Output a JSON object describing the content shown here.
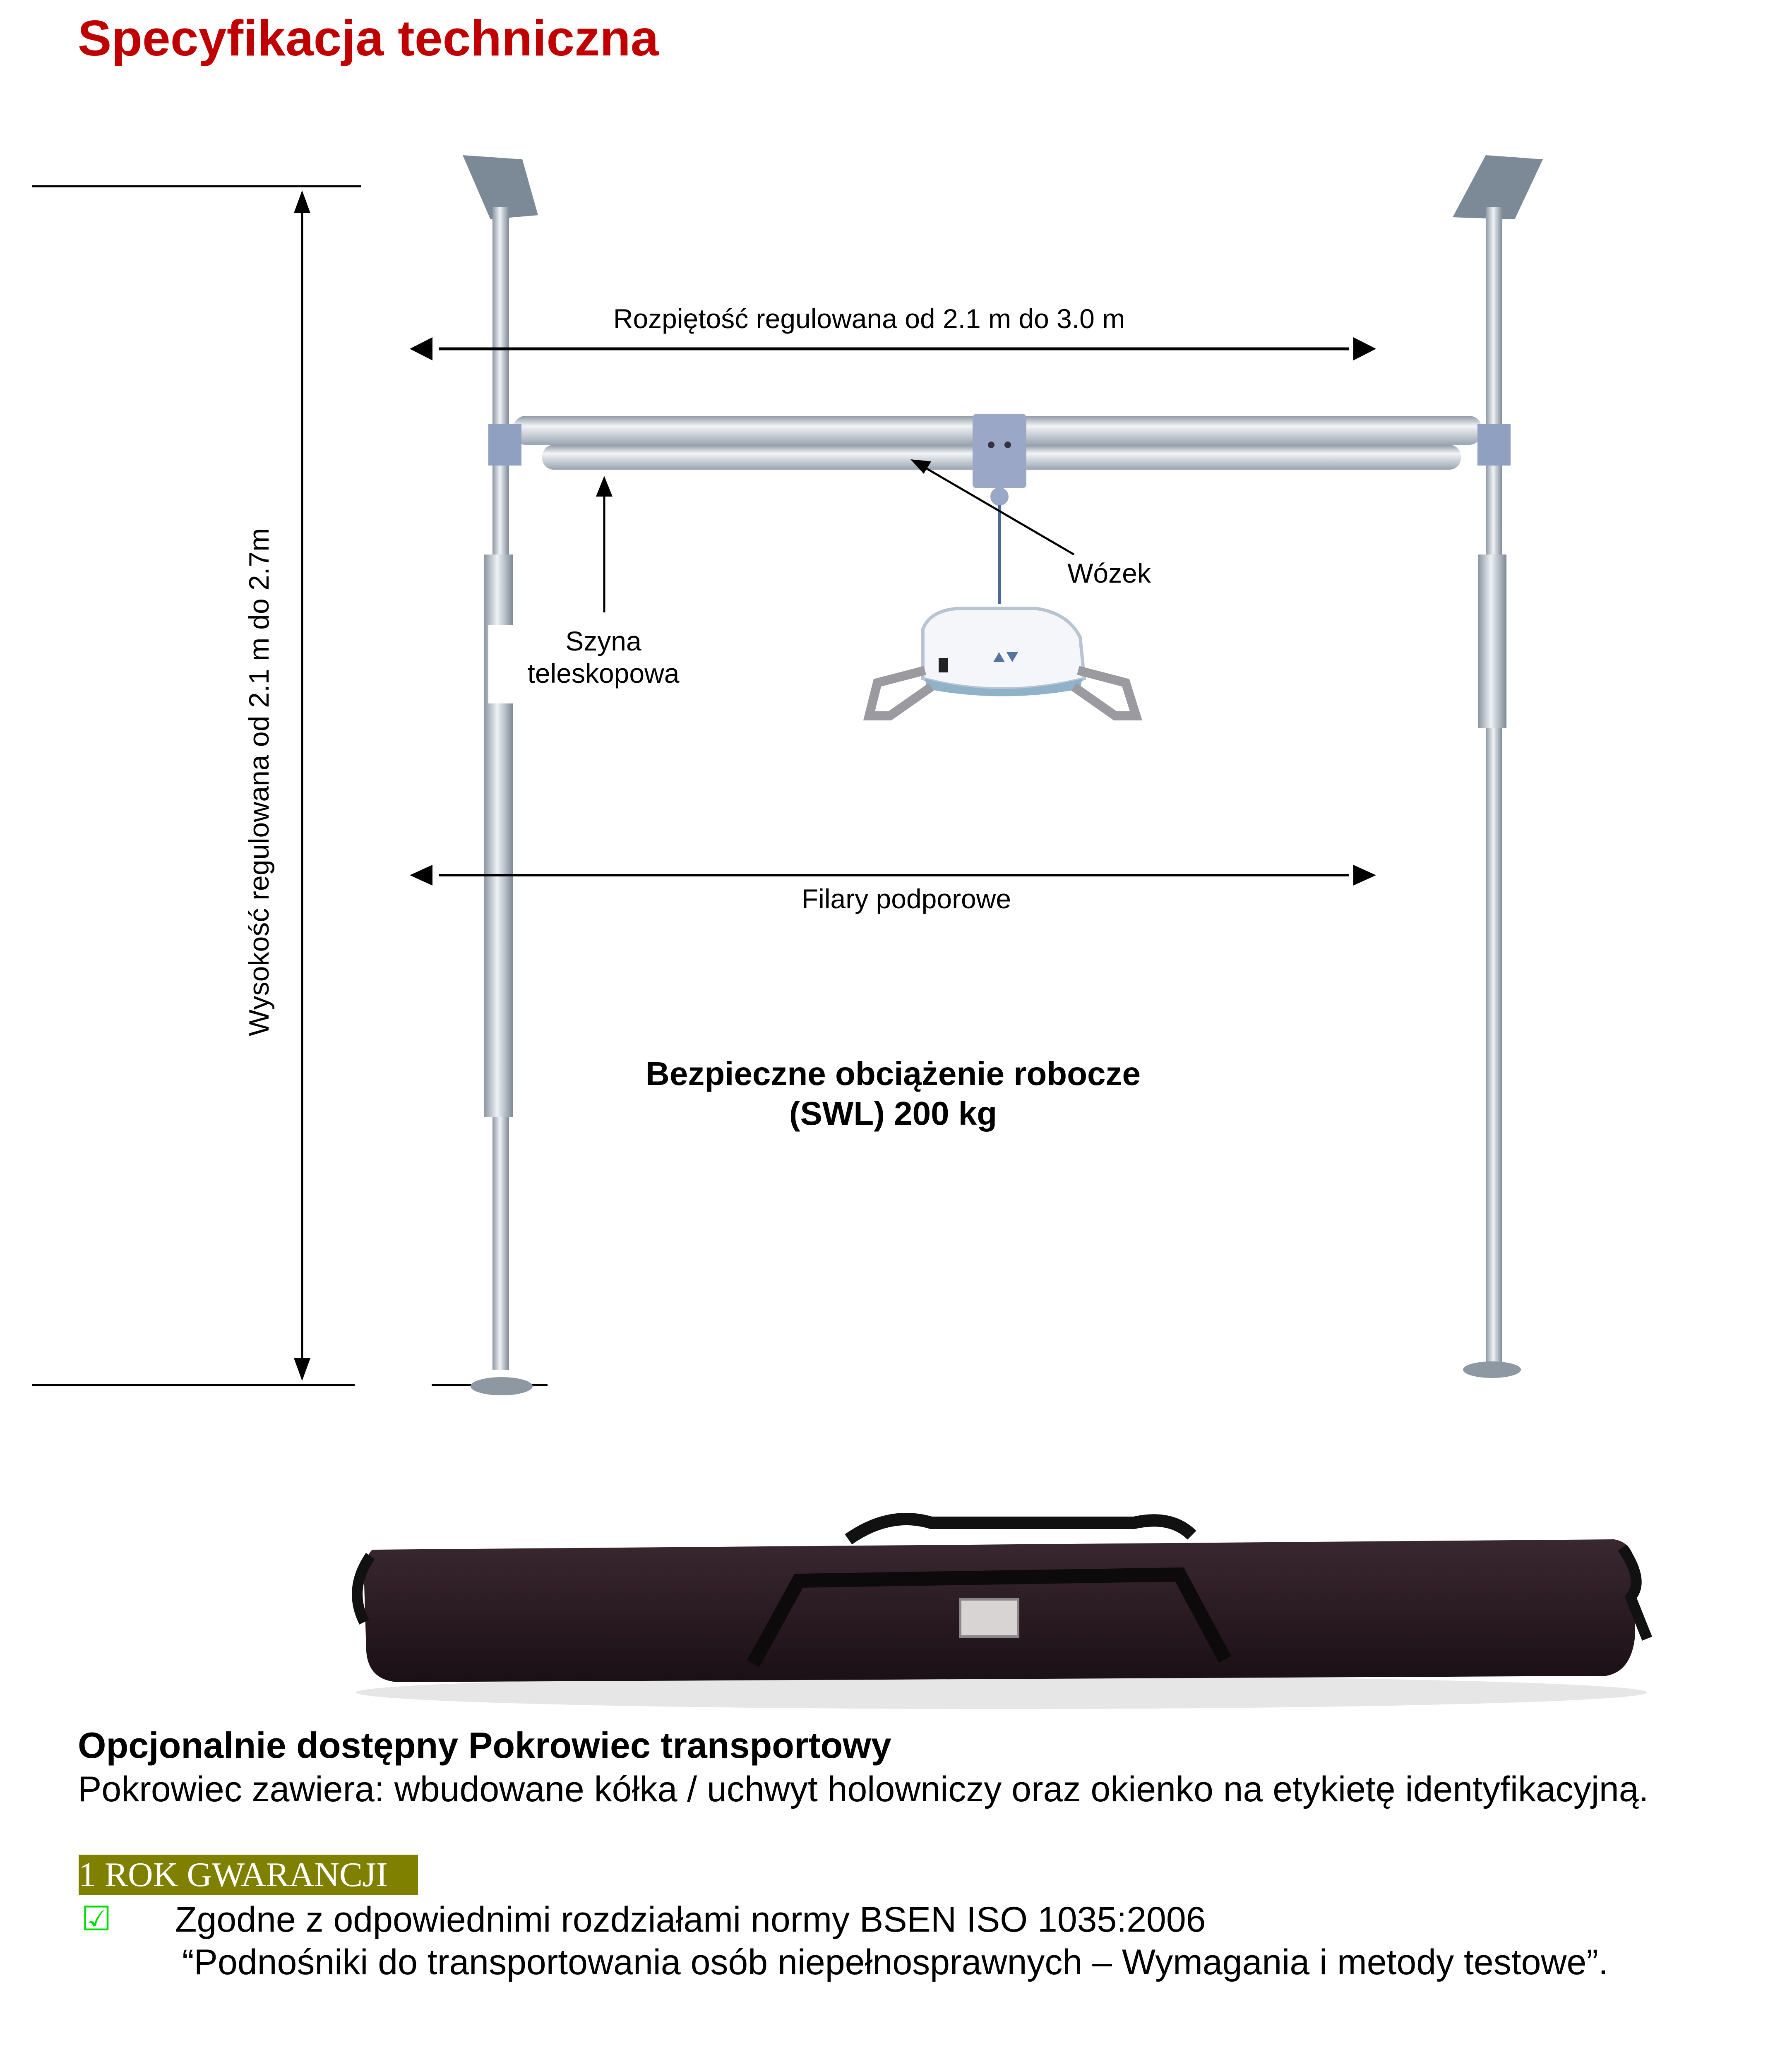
{
  "title": "Specyfikacja techniczna",
  "diagram": {
    "height_label": "Wysokość regulowana od 2.1 m do 2.7m",
    "span_label": "Rozpiętość regulowana od 2.1 m do 3.0 m",
    "rail_label_line1": "Szyna",
    "rail_label_line2": "teleskopowa",
    "trolley_label": "Wózek",
    "pillars_label": "Filary podporowe",
    "swl_line1": "Bezpieczne obciążenie robocze",
    "swl_line2": "(SWL) 200 kg"
  },
  "bag": {
    "title": "Opcjonalnie dostępny Pokrowiec transportowy",
    "description": "Pokrowiec zawiera: wbudowane kółka / uchwyt holowniczy oraz okienko na etykietę identyfikacyjną."
  },
  "warranty": {
    "label": "1 ROK GWARANCJI",
    "color": "#808000"
  },
  "standard": {
    "icon": "checkbox-checked-icon",
    "line1": "Zgodne z odpowiednimi rozdziałami normy BSEN ISO 1035:2006",
    "line2": "“Podnośniki do transportowania osób niepełnosprawnych – Wymagania i metody testowe”."
  },
  "colors": {
    "title": "#c00000",
    "bag": "#2b1b22"
  }
}
